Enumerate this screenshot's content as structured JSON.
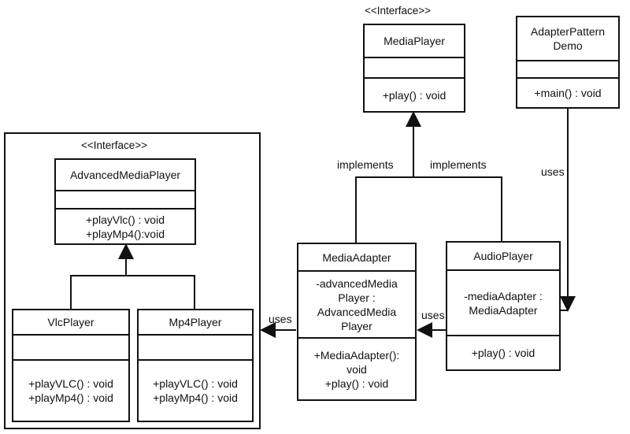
{
  "classes": {
    "media_player": {
      "stereotype": "<<Interface>>",
      "name": "MediaPlayer",
      "attributes": "",
      "methods": [
        "+play() : void"
      ]
    },
    "adapter_demo": {
      "name_lines": [
        "AdapterPattern",
        "Demo"
      ],
      "attributes": "",
      "methods": [
        "+main() : void"
      ]
    },
    "advanced_media_player": {
      "stereotype": "<<Interface>>",
      "name": "AdvancedMediaPlayer",
      "attributes": "",
      "methods": [
        "+playVlc() : void",
        "+playMp4():void"
      ]
    },
    "vlc_player": {
      "name": "VlcPlayer",
      "attributes": "",
      "methods": [
        "+playVLC() : void",
        "+playMp4() : void"
      ]
    },
    "mp4_player": {
      "name": "Mp4Player",
      "attributes": "",
      "methods": [
        "+playVLC() : void",
        "+playMp4() : void"
      ]
    },
    "media_adapter": {
      "name": "MediaAdapter",
      "attributes": [
        "-advancedMedia",
        "Player :",
        "AdvancedMedia",
        "Player"
      ],
      "methods": [
        "+MediaAdapter():",
        "void",
        "+play() : void"
      ]
    },
    "audio_player": {
      "name": "AudioPlayer",
      "attributes": [
        "-mediaAdapter :",
        "MediaAdapter"
      ],
      "methods": [
        "+play() : void"
      ]
    }
  },
  "relations": {
    "implements_left": "implements",
    "implements_right": "implements",
    "uses_demo": "uses",
    "uses_audio": "uses",
    "uses_adapter": "uses"
  }
}
